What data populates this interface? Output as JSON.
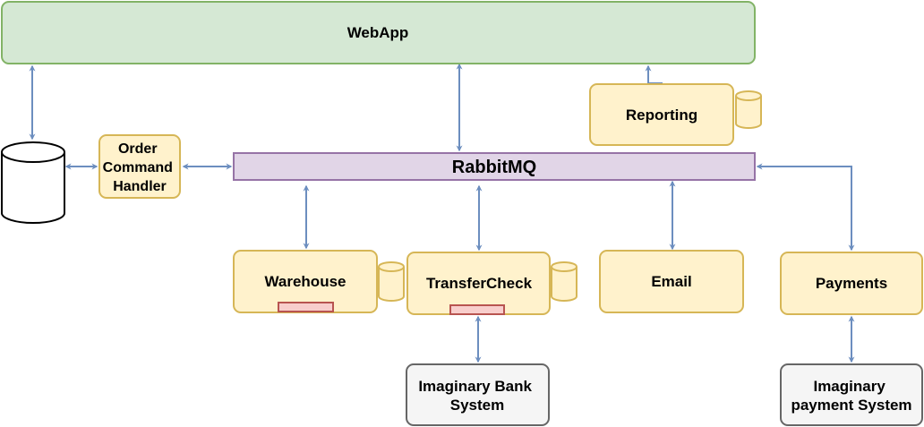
{
  "colors": {
    "webapp_fill": "#d5e8d4",
    "webapp_stroke": "#82b366",
    "service_fill": "#fff2cc",
    "service_stroke": "#d6b656",
    "broker_fill": "#e1d5e7",
    "broker_stroke": "#9673a6",
    "external_fill": "#f5f5f5",
    "external_stroke": "#666666",
    "queue_fill": "#f8cecc",
    "queue_stroke": "#b85450",
    "arrow": "#6c8ebf"
  },
  "nodes": {
    "webapp": "WebApp",
    "rabbitmq": "RabbitMQ",
    "reporting": "Reporting",
    "order_handler": [
      "Order",
      "Command",
      "Handler"
    ],
    "warehouse": "Warehouse",
    "transfer_check": "TransferCheck",
    "email": "Email",
    "payments": "Payments",
    "imaginary_bank": [
      "Imaginary Bank",
      "System"
    ],
    "imaginary_payment": [
      "Imaginary",
      "payment System"
    ]
  }
}
